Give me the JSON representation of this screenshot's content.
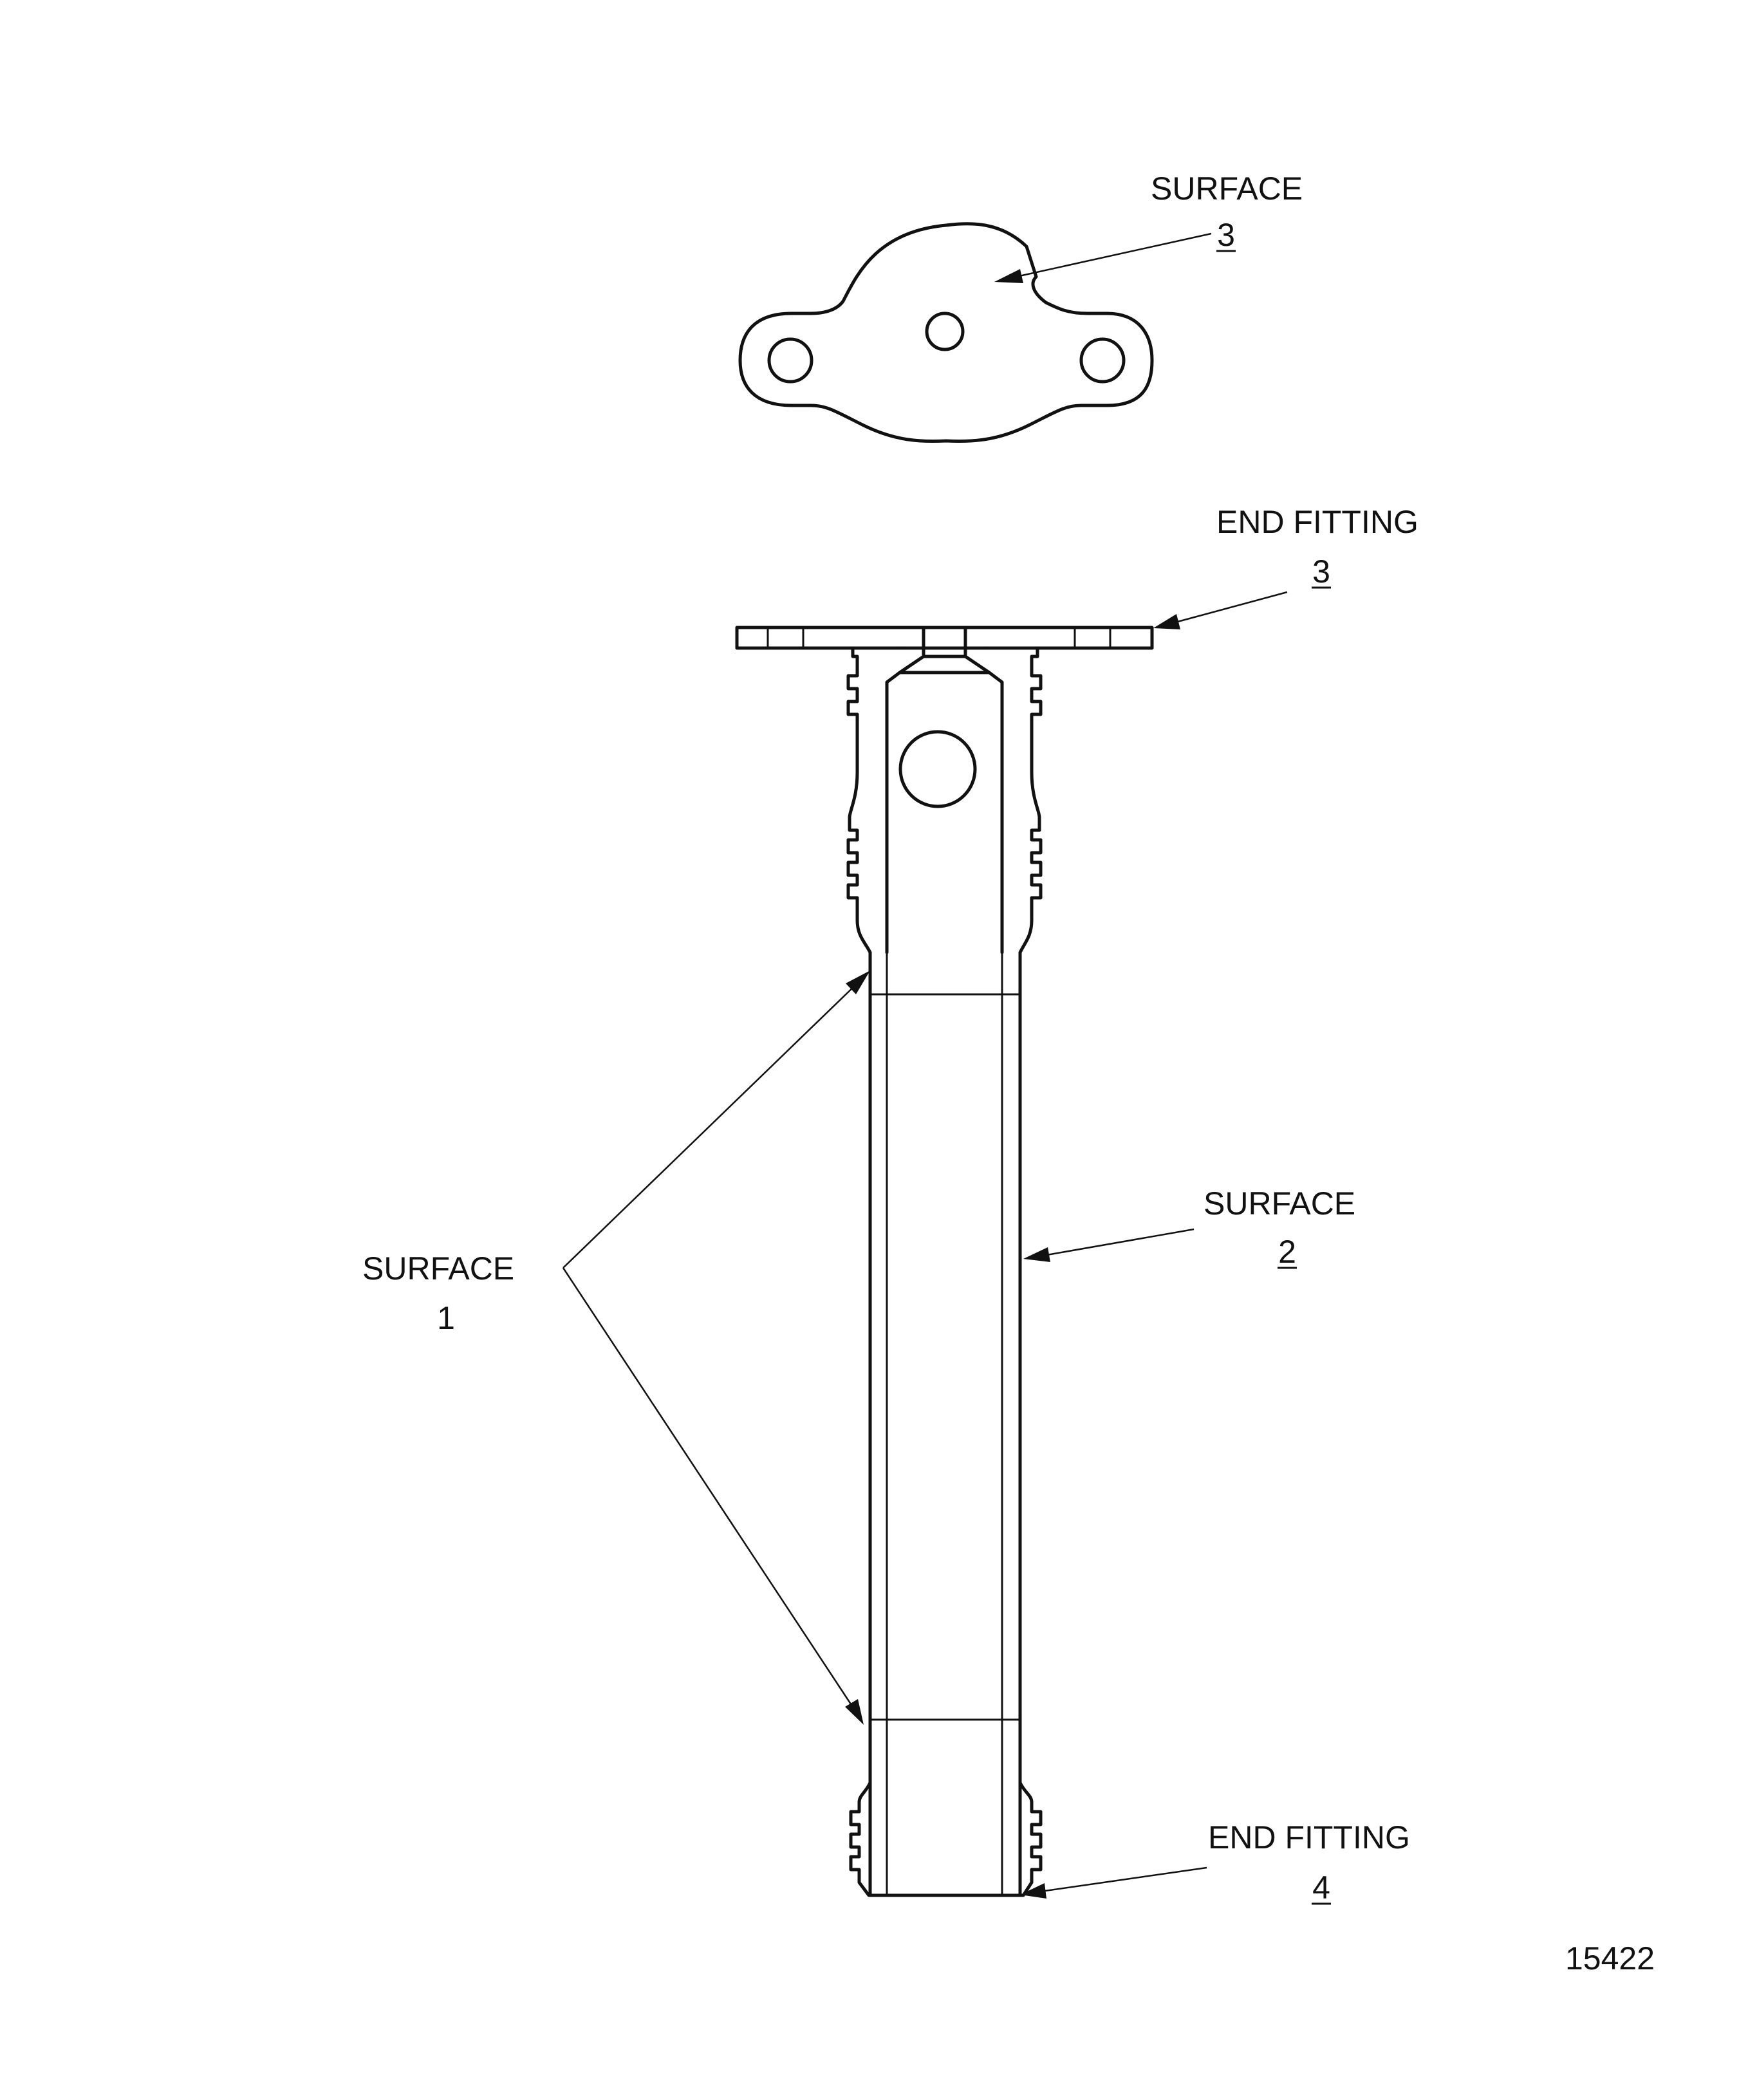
{
  "labels": {
    "surface_3": {
      "text": "SURFACE",
      "number": "3"
    },
    "end_fitting_3": {
      "text": "END FITTING",
      "number": "3"
    },
    "surface_2": {
      "text": "SURFACE",
      "number": "2"
    },
    "surface_1": {
      "text": "SURFACE",
      "number": "1"
    },
    "end_fitting_4": {
      "text": "END FITTING",
      "number": "4"
    }
  },
  "figure_number": "15422"
}
